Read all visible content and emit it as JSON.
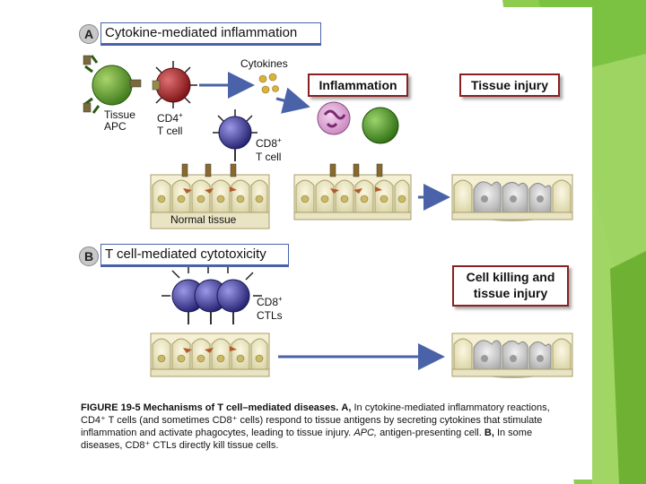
{
  "colors": {
    "slide_green": "#7cc242",
    "title_rule": "#4a63a8",
    "box_border": "#8b2020",
    "apc": "#5f9a2e",
    "cd4": "#a32226",
    "cd8": "#3c3a9e",
    "neutrophil": "#b36aa6",
    "macrophage": "#4f9a2c",
    "cytokine": "#d9b43b",
    "arrow": "#4a63a8",
    "tissue": "#e9e4c3"
  },
  "panel_a": {
    "letter": "A",
    "title": "Cytokine-mediated inflammation",
    "tissue_apc_label": "Tissue\nAPC",
    "cd4_label": "CD4",
    "cd4_sup": "+",
    "t_cell_label": "T cell",
    "cd8_label": "CD8",
    "cd8_sup": "+",
    "cd8_t_cell_label": "T cell",
    "cytokines_label": "Cytokines",
    "inflammation_label": "Inflammation",
    "tissue_injury_label": "Tissue injury",
    "normal_tissue_label": "Normal tissue"
  },
  "panel_b": {
    "letter": "B",
    "title": "T cell-mediated cytotoxicity",
    "ctl_label": "CD8",
    "ctl_sup": "+",
    "ctl_label2": "CTLs",
    "killing_label": "Cell killing and\ntissue injury"
  },
  "caption": {
    "figure_label": "FIGURE 19-5 Mechanisms of T cell–mediated diseases.",
    "a_label": "A,",
    "a_text": "In cytokine-mediated inflammatory reactions, CD4⁺ T cells (and sometimes CD8⁺ cells) respond to tissue antigens by secreting cytokines that stimulate inflammation and activate phagocytes, leading to tissue injury.",
    "apc_abbr": "APC,",
    "apc_text": "antigen-presenting cell.",
    "b_label": "B,",
    "b_text": "In some diseases, CD8⁺ CTLs directly kill tissue cells."
  }
}
